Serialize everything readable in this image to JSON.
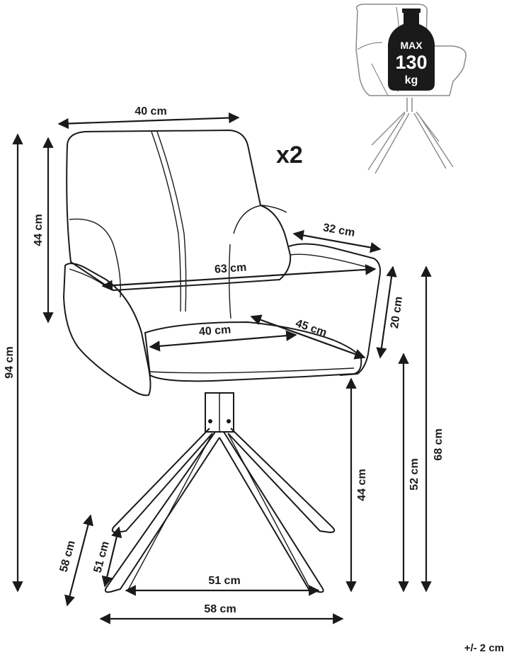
{
  "diagram": {
    "quantity": "x2",
    "max_load": {
      "line1": "MAX",
      "line2": "130",
      "line3": "kg"
    },
    "tolerance": "+/- 2 cm",
    "dimensions": {
      "backrest_width": "40 cm",
      "total_height": "94 cm",
      "backrest_height": "44 cm",
      "armrest_length": "32 cm",
      "overall_width": "63 cm",
      "armrest_height": "20 cm",
      "seat_width": "40 cm",
      "seat_depth": "45 cm",
      "arm_height": "68 cm",
      "seat_height_52": "52 cm",
      "seat_height_44": "44 cm",
      "base_depth_58": "58 cm",
      "base_depth_51": "51 cm",
      "base_width_51": "51 cm",
      "base_width_58": "58 cm"
    }
  }
}
